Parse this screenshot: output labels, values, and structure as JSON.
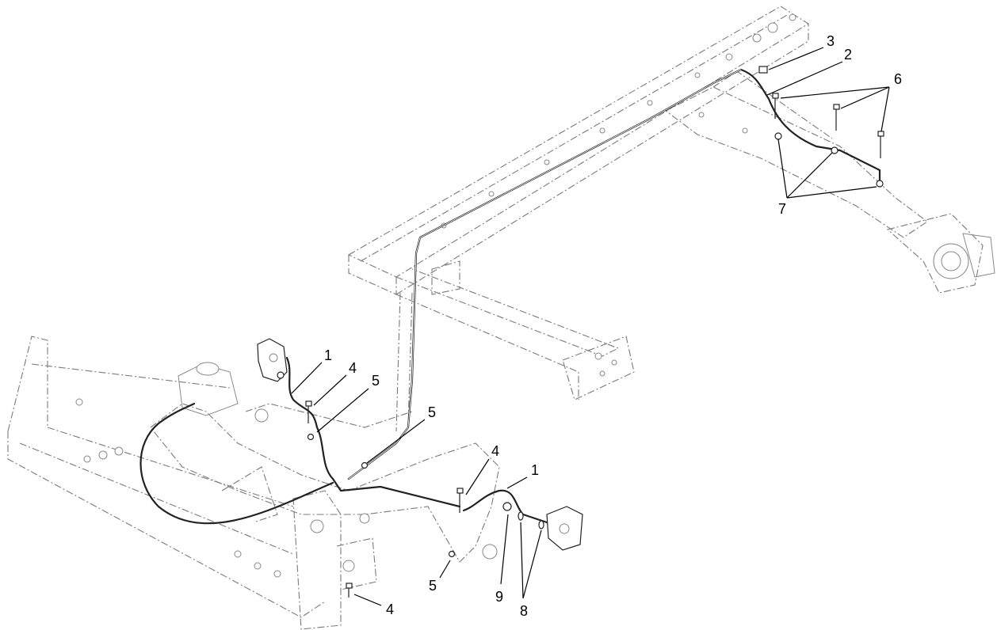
{
  "callouts": {
    "front_left_line": "1",
    "front_right_line": "1",
    "rear_line": "2",
    "rear_fitting": "3",
    "front_bolt_upper": "4",
    "front_bolt_right": "4",
    "front_bolt_lower": "4",
    "clip_upper": "5",
    "clip_center": "5",
    "clip_lower": "5",
    "rear_bolts": "6",
    "rear_clamps": "7",
    "washers": "8",
    "banjo_bolt": "9"
  }
}
